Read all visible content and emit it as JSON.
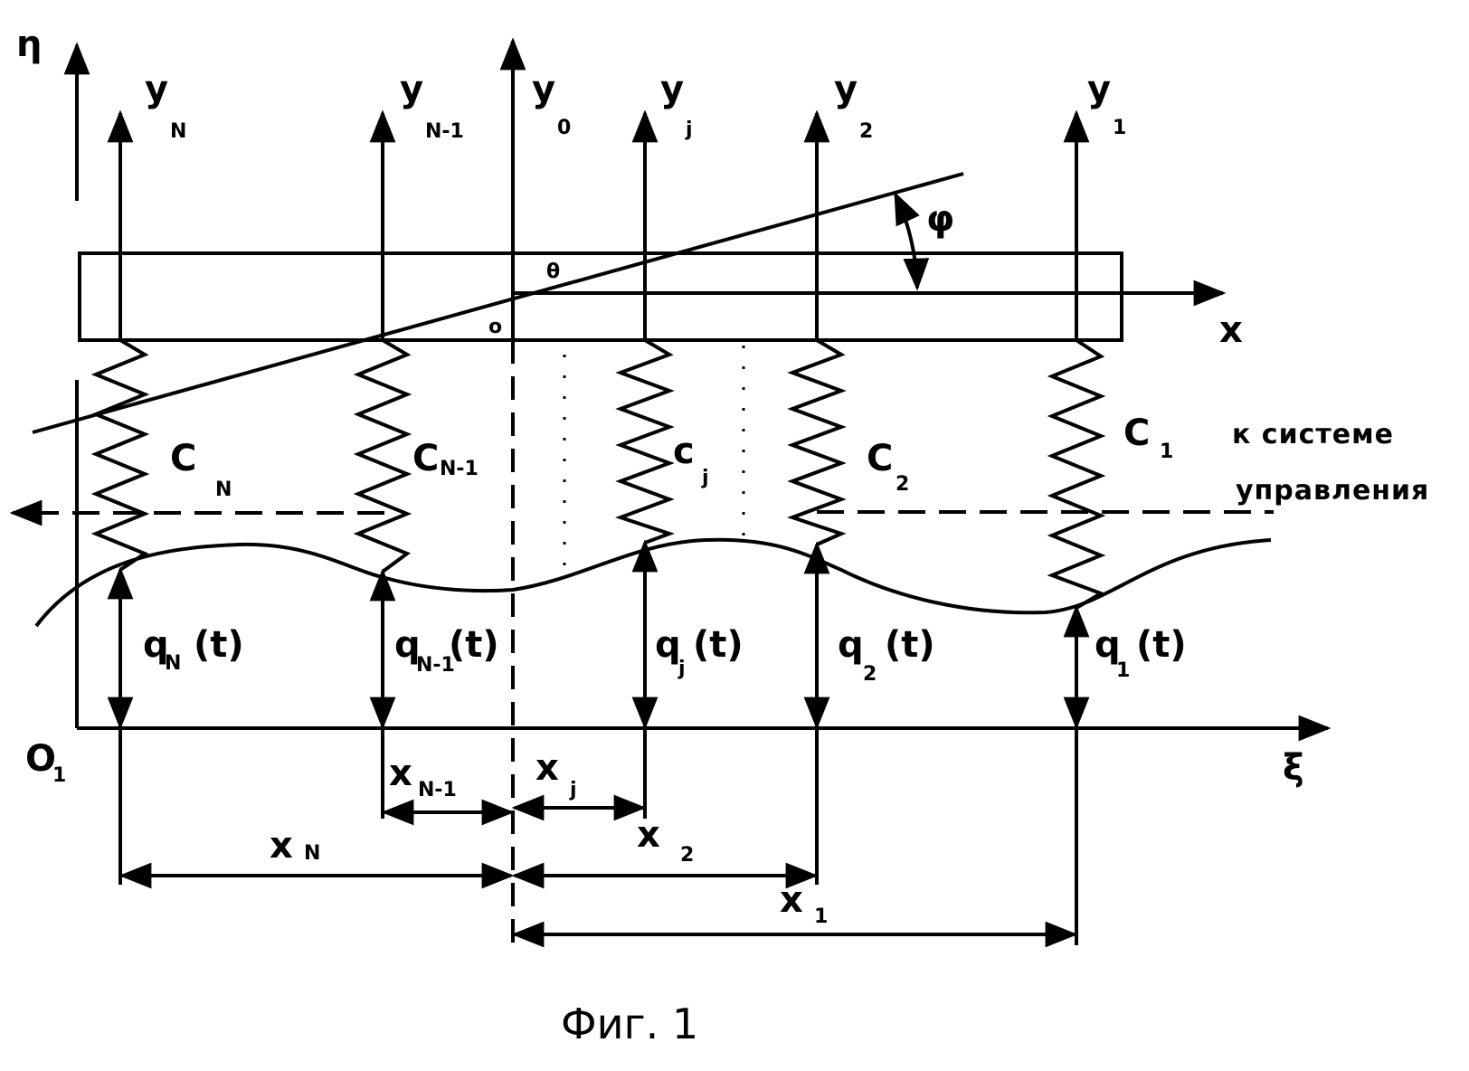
{
  "figure": {
    "caption": "Фиг. 1",
    "note_line1": "к системе",
    "note_line2": "управления",
    "origin_label": "O",
    "origin_sub": "1",
    "axis_eta": "η",
    "axis_xi": "ξ",
    "axis_x": "x",
    "angle_phi": "φ",
    "label_theta": "θ",
    "label_o": "o",
    "y_labels": [
      {
        "main": "y",
        "sub": "N"
      },
      {
        "main": "y",
        "sub": "N-1"
      },
      {
        "main": "y",
        "sub": "0"
      },
      {
        "main": "y",
        "sub": "j"
      },
      {
        "main": "y",
        "sub": "2"
      },
      {
        "main": "y",
        "sub": "1"
      }
    ],
    "c_labels": [
      {
        "main": "C",
        "sub": "N"
      },
      {
        "main": "C",
        "sub": "N-1"
      },
      {
        "main": "c",
        "sub": "j"
      },
      {
        "main": "C",
        "sub": "2"
      },
      {
        "main": "C",
        "sub": "1"
      }
    ],
    "q_labels": [
      {
        "main": "q",
        "sub": "N",
        "arg": "(t)"
      },
      {
        "main": "q",
        "sub": "N-1",
        "arg": "(t)"
      },
      {
        "main": "q",
        "sub": "j",
        "arg": "(t)"
      },
      {
        "main": "q",
        "sub": "2",
        "arg": "(t)"
      },
      {
        "main": "q",
        "sub": "1",
        "arg": "(t)"
      }
    ],
    "dim_labels": [
      {
        "main": "x",
        "sub": "N-1"
      },
      {
        "main": "x",
        "sub": "j"
      },
      {
        "main": "x",
        "sub": "N"
      },
      {
        "main": "x",
        "sub": "2"
      },
      {
        "main": "x",
        "sub": "1"
      }
    ]
  }
}
